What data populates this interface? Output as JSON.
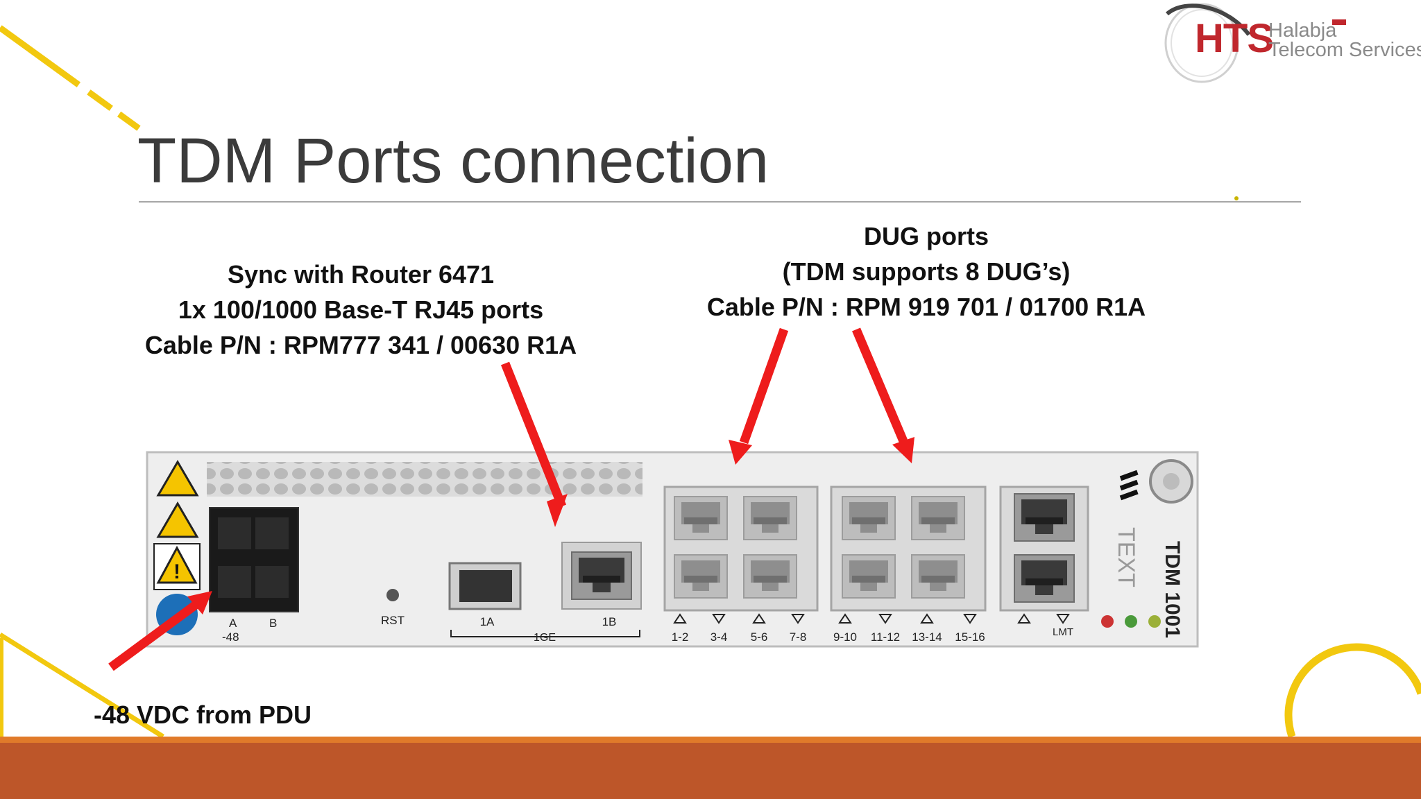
{
  "slide": {
    "title": "TDM Ports connection"
  },
  "logo": {
    "mark": "HTS",
    "line1": "Halabja",
    "line2": "Telecom Services"
  },
  "callouts": {
    "sync": {
      "line1": "Sync with Router 6471",
      "line2": "1x 100/1000 Base-T RJ45 ports",
      "line3": "Cable P/N : RPM777 341 / 00630 R1A"
    },
    "dug": {
      "line1": "DUG ports",
      "line2": "(TDM supports 8 DUG’s)",
      "line3": "Cable P/N : RPM 919 701 / 01700 R1A"
    },
    "power": {
      "line1": "-48 VDC from PDU"
    }
  },
  "device": {
    "model": "TDM 1001",
    "text_label": "TEXT",
    "power_label_a": "A",
    "power_label_b": "B",
    "power_voltage": "-48",
    "rst": "RST",
    "port_1a": "1A",
    "port_1b": "1B",
    "port_group": "1GE",
    "dug_labels": [
      "1-2",
      "3-4",
      "5-6",
      "7-8",
      "9-10",
      "11-12",
      "13-14",
      "15-16"
    ],
    "lmt": "LMT"
  },
  "colors": {
    "accent_yellow": "#f2c80f",
    "footer": "#bd5629",
    "footer_line": "#e07a2a",
    "arrow": "#ee1c1c",
    "logo_red": "#c0272d"
  }
}
